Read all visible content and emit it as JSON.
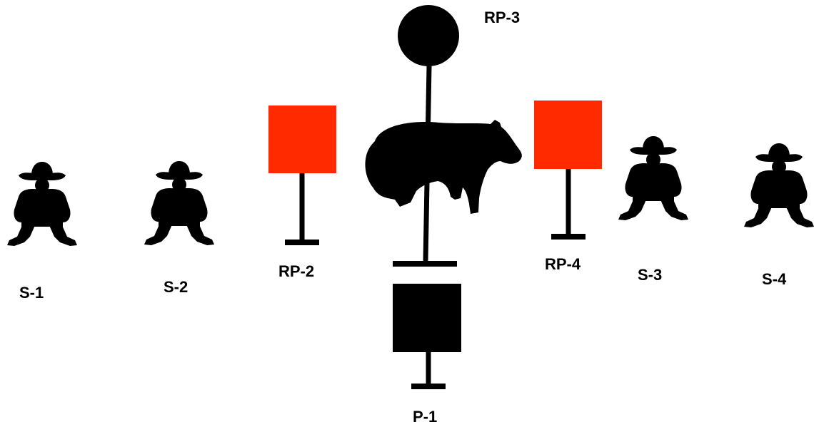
{
  "colors": {
    "silhouette": "#000000",
    "red_target": "#ff2a00",
    "background": "#ffffff"
  },
  "labels": {
    "s1": "S-1",
    "s2": "S-2",
    "s3": "S-3",
    "s4": "S-4",
    "rp2": "RP-2",
    "rp3": "RP-3",
    "rp4": "RP-4",
    "p1": "P-1"
  },
  "icons": {
    "shooter": "crouching-cowboy-silhouette-icon",
    "bear": "bear-silhouette-icon"
  }
}
